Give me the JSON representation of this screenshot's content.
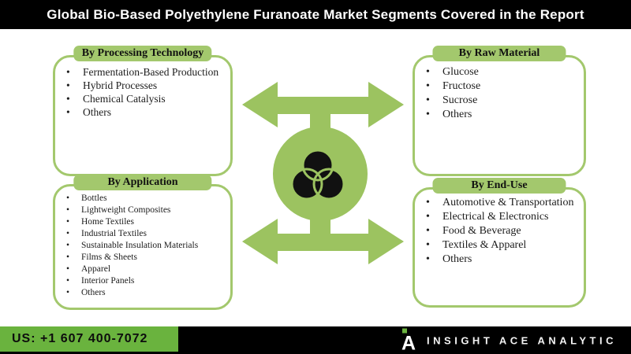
{
  "header": {
    "title": "Global Bio-Based Polyethylene Furanoate Market Segments Covered in the Report"
  },
  "segments": [
    {
      "title": "By Processing Technology",
      "items": [
        "Fermentation-Based Production",
        "Hybrid Processes",
        "Chemical Catalysis",
        "Others"
      ]
    },
    {
      "title": "By Raw Material",
      "items": [
        "Glucose",
        "Fructose",
        "Sucrose",
        "Others"
      ]
    },
    {
      "title": "By Application",
      "items": [
        "Bottles",
        "Lightweight Composites",
        "Home Textiles",
        "Industrial Textiles",
        "Sustainable Insulation Materials",
        "Films & Sheets",
        "Apparel",
        "Interior Panels",
        "Others"
      ]
    },
    {
      "title": "By End-Use",
      "items": [
        "Automotive & Transportation",
        "Electrical & Electronics",
        "Food & Beverage",
        "Textiles & Apparel",
        "Others"
      ]
    }
  ],
  "center": {
    "icon": "venn-diagram-icon"
  },
  "footer": {
    "phone": "US: +1 607 400-7072",
    "brand": "INSIGHT ACE ANALYTIC",
    "logo_letter": "A"
  },
  "colors": {
    "box_green": "#a3c86d",
    "arrow_green": "#9cc360",
    "footer_green": "#6ab33e",
    "bar_black": "#000000",
    "icon_black": "#111111"
  }
}
